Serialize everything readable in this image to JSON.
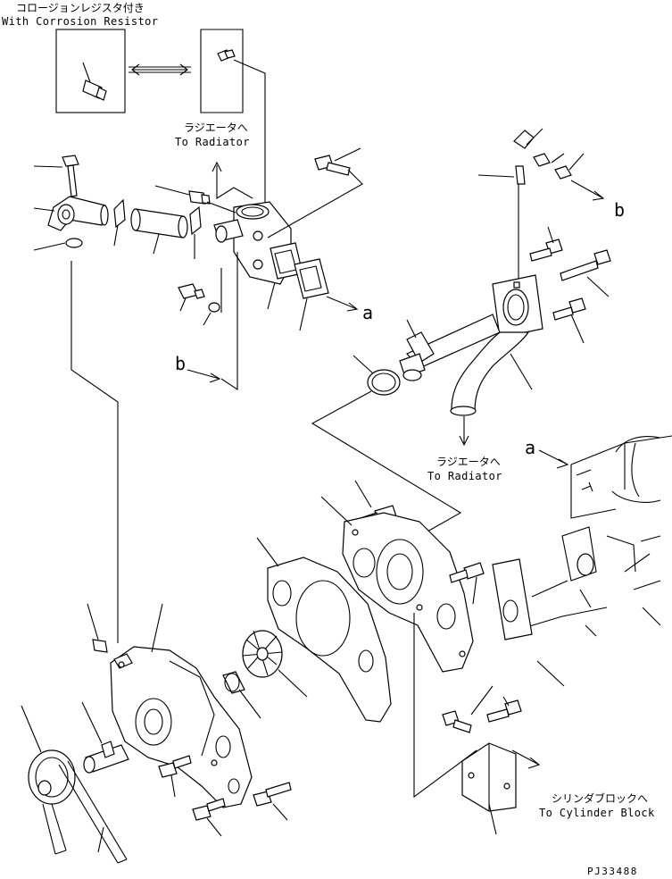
{
  "callouts": {
    "corrosion_jp": "コロージョンレジスタ付き",
    "corrosion_en": "With Corrosion Resistor",
    "to_radiator_jp": "ラジエータへ",
    "to_radiator_en": "To Radiator",
    "to_radiator_jp_2": "ラジエータへ",
    "to_radiator_en_2": "To Radiator",
    "to_cylinder_jp": "シリンダブロックへ",
    "to_cylinder_en": "To Cylinder Block"
  },
  "refs": {
    "a1": "a",
    "a2": "a",
    "b1": "b",
    "b2": "b"
  },
  "drawing_number": "PJ33488"
}
